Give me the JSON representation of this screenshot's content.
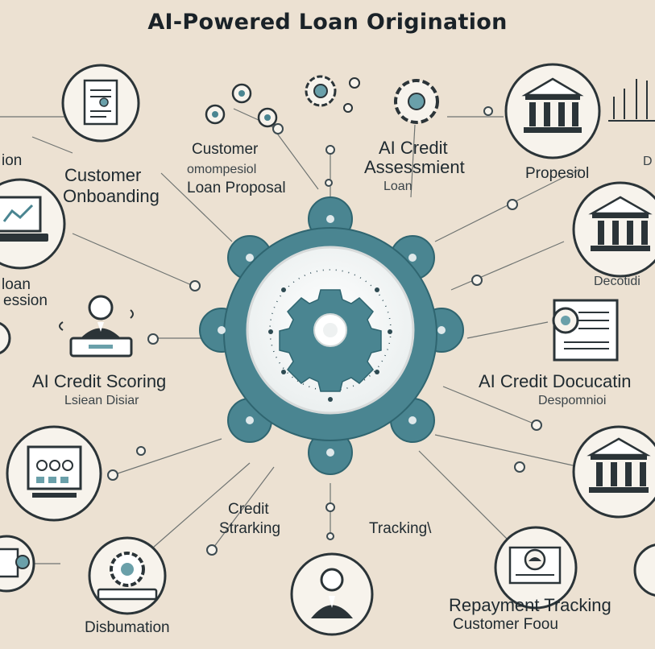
{
  "title": "AI-Powered Loan Origination",
  "labels": {
    "customer_onboarding_1": "Customer",
    "customer_onboarding_2": "Onboanding",
    "customer_center_1": "Customer",
    "customer_center_2": "omompesiol",
    "customer_center_3": "Loan Proposal",
    "ai_credit_assessment_1": "AI Credit",
    "ai_credit_assessment_2": "Assessmient",
    "ai_credit_assessment_3": "Loan",
    "proposal_right": "Propesiol",
    "edge_top_left": "ion",
    "edge_top_right": "D",
    "loan_session_1": "loan",
    "loan_session_2": "ession",
    "decision_right": "Decotidi",
    "ai_credit_scoring": "AI Credit Scoring",
    "ai_credit_scoring_sub": "Lsiean  Disiar",
    "ai_credit_documentation": "AI Credit Docucatin",
    "despomnion": "Despomnioi",
    "credit_starking_1": "Credit",
    "credit_starking_2": "Strarking",
    "tracking": "Tracking\\",
    "disbursement": "Disbumation",
    "repayment_tracking": "Repayment Tracking",
    "customer_foo": "Customer Foou"
  },
  "colors": {
    "background": "#ece1d2",
    "teal": "#4a8591",
    "teal_dark": "#2f6570",
    "ink": "#1b2830",
    "icon_fill": "#f7f3ec"
  },
  "icons": [
    "document-icon",
    "bank-icon",
    "laptop-chart-icon",
    "businessman-icon",
    "gear-icon",
    "report-icon",
    "dashboard-icon",
    "person-icon",
    "analytics-icon",
    "hub-gear-icon"
  ]
}
